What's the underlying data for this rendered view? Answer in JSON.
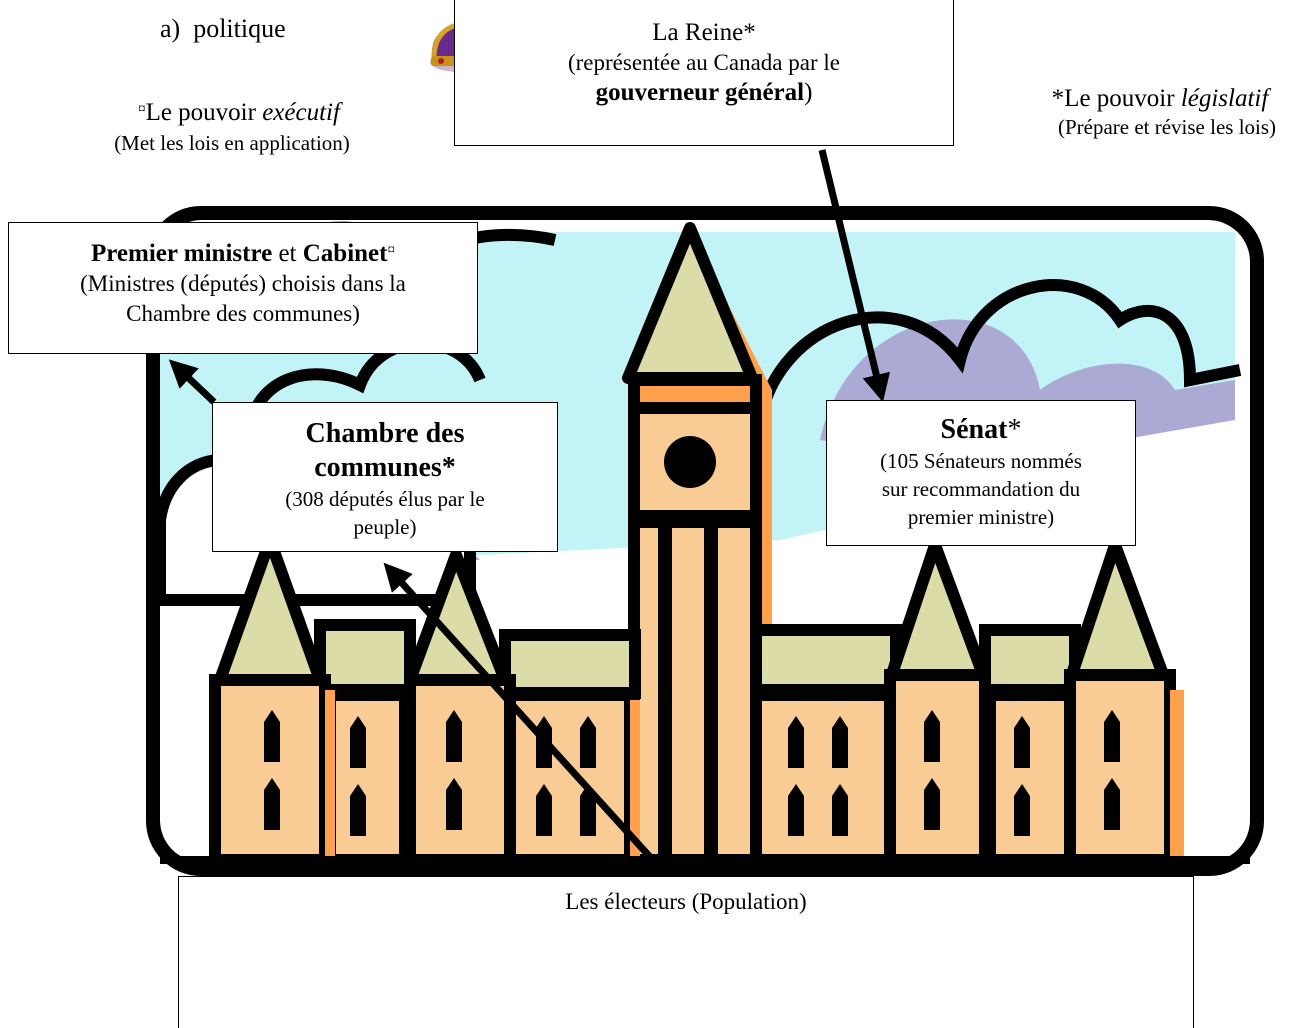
{
  "section_label": "a)  politique",
  "queen": {
    "title": "La Reine*",
    "line2": "(représentée au Canada par le",
    "gg_bold": "gouverneur général",
    "gg_close": ")"
  },
  "executive": {
    "title_pre": "Le pouvoir ",
    "title_italic": "exécutif",
    "mark": "¤",
    "desc": "(Met les lois en application)"
  },
  "legislative": {
    "title_pre": "*Le pouvoir ",
    "title_italic": "législatif",
    "desc": "(Prépare et révise les lois)"
  },
  "pm_box": {
    "bold1": "Premier ministre",
    "mid": " et ",
    "bold2": "Cabinet",
    "mark": "¤",
    "line2": "(Ministres (députés) choisis dans la",
    "line3": "Chambre des communes)"
  },
  "commons_box": {
    "bold1": "Chambre des",
    "bold2": "communes*",
    "line3": "(308 députés élus par le",
    "line4": "peuple)"
  },
  "senate_box": {
    "bold": "Sénat",
    "star": "*",
    "line2": "(105 Sénateurs nommés",
    "line3": "sur recommandation du",
    "line4": "premier ministre)"
  },
  "voters_box": {
    "label": "Les électeurs (Population)"
  },
  "colors": {
    "sky": "#c2f4f7",
    "cloud_shadow": "#aaaad4",
    "roof": "#dcdca8",
    "wall": "#f8cc94",
    "wall_shadow": "#ffa04c",
    "outline": "#000000"
  }
}
